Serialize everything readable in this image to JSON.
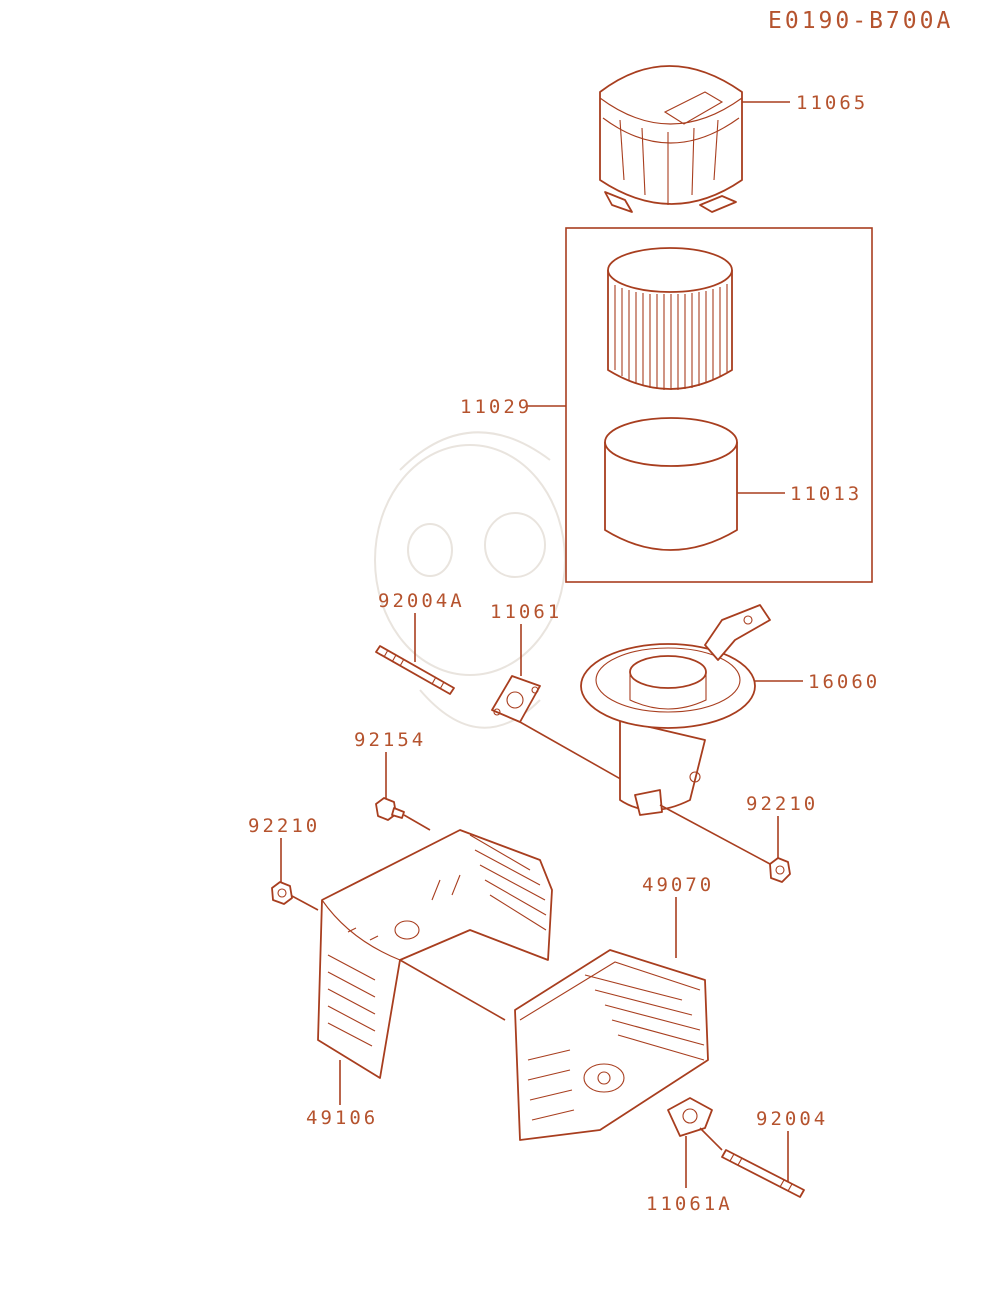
{
  "diagram": {
    "code": "E0190-B700A",
    "parts": {
      "p11065": "11065",
      "p11029": "11029",
      "p11013": "11013",
      "p92004A": "92004A",
      "p11061": "11061",
      "p16060": "16060",
      "p92154": "92154",
      "p92210a": "92210",
      "p92210b": "92210",
      "p49070": "49070",
      "p49106": "49106",
      "p92004": "92004",
      "p11061A": "11061A"
    },
    "colors": {
      "line": "#a83e1f",
      "text": "#b5532e",
      "background": "#ffffff"
    }
  }
}
